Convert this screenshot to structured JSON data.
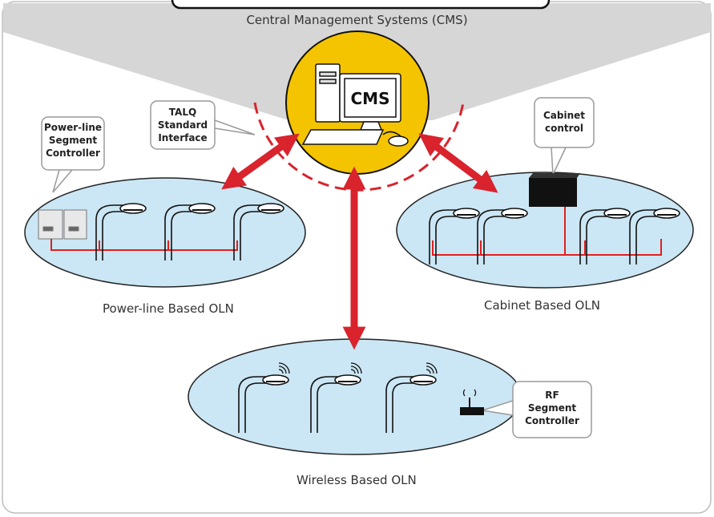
{
  "header": {
    "banner_text": "",
    "cms_title": "Central Management Systems (CMS)"
  },
  "cms": {
    "screen_label": "CMS",
    "circle_color": "#f5c400"
  },
  "callouts": {
    "talq": [
      "TALQ",
      "Standard",
      "Interface"
    ],
    "powerline_controller": [
      "Power-line",
      "Segment",
      "Controller"
    ],
    "cabinet_control": [
      "Cabinet",
      "control"
    ],
    "rf_controller": [
      "RF",
      "Segment",
      "Controller"
    ]
  },
  "networks": {
    "powerline": {
      "label": "Power-line Based OLN",
      "poles": 3
    },
    "cabinet": {
      "label": "Cabinet Based OLN",
      "poles": 4
    },
    "wireless": {
      "label": "Wireless Based OLN",
      "poles": 3
    }
  },
  "colors": {
    "arrow": "#d9232d",
    "ellipse_fill": "#cbe6f4",
    "gray_band": "#d6d6d6",
    "cable": "#e0201f"
  }
}
